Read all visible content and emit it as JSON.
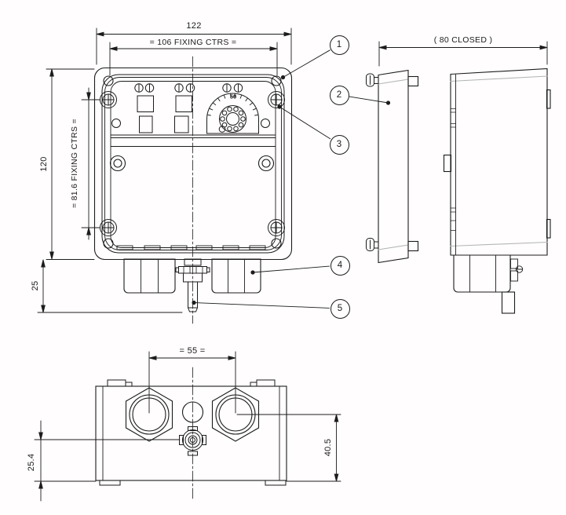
{
  "drawing": {
    "colors": {
      "line": "#1c1c1c",
      "seam": "#b5b5b5",
      "background": "#fffdfe"
    },
    "labels": {
      "dim_width": "122",
      "dim_fixing_h": "= 106 FIXING CTRS =",
      "dim_height": "120",
      "dim_fixing_v": "= 81.6 FIXING CTRS =",
      "dim_gland_drop": "25",
      "dim_closed": "( 80 CLOSED )",
      "dim_gland_ctrs": "= 55 =",
      "dim_spindle_offset": "25.4",
      "dim_gland_offset": "40.5",
      "dial_max": "50"
    },
    "callouts": [
      {
        "num": "1"
      },
      {
        "num": "2"
      },
      {
        "num": "3"
      },
      {
        "num": "4"
      },
      {
        "num": "5"
      }
    ]
  }
}
